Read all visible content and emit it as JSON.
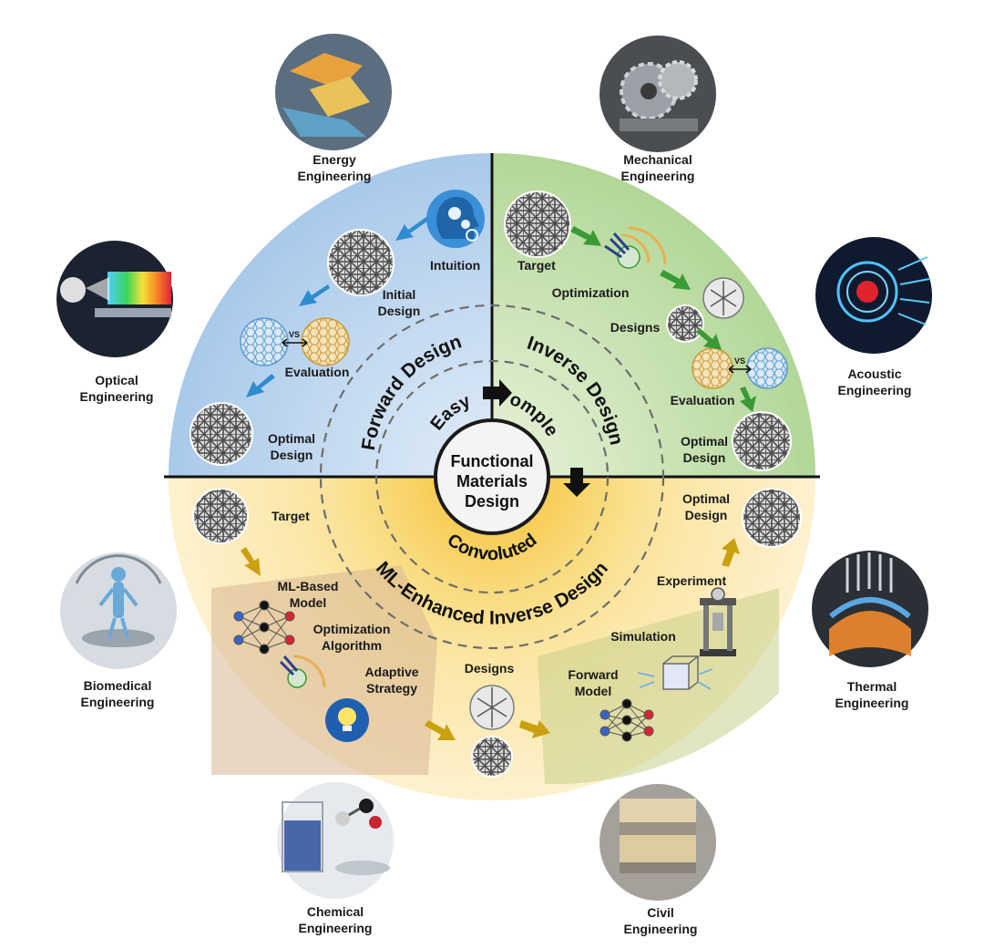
{
  "center": {
    "line1": "Functional",
    "line2": "Materials",
    "line3": "Design"
  },
  "rings": {
    "forward": "Forward Design",
    "easy": "Easy",
    "inverse": "Inverse Design",
    "complex": "Complex",
    "ml": "ML-Enhanced Inverse Design",
    "convoluted": "Convoluted"
  },
  "forward_steps": {
    "intuition": "Intuition",
    "initial_1": "Initial",
    "initial_2": "Design",
    "vs": "VS",
    "evaluation": "Evaluation",
    "optimal_1": "Optimal",
    "optimal_2": "Design"
  },
  "inverse_steps": {
    "target": "Target",
    "optimization": "Optimization",
    "designs": "Designs",
    "vs": "VS",
    "evaluation": "Evaluation",
    "optimal_1": "Optimal",
    "optimal_2": "Design"
  },
  "ml_steps": {
    "target": "Target",
    "ml_model_1": "ML-Based",
    "ml_model_2": "Model",
    "opt_algo_1": "Optimization",
    "opt_algo_2": "Algorithm",
    "adaptive_1": "Adaptive",
    "adaptive_2": "Strategy",
    "designs": "Designs",
    "forward_model_1": "Forward",
    "forward_model_2": "Model",
    "simulation": "Simulation",
    "experiment": "Experiment",
    "optimal_1": "Optimal",
    "optimal_2": "Design"
  },
  "engineering": {
    "energy": [
      "Energy",
      "Engineering"
    ],
    "mechanical": [
      "Mechanical",
      "Engineering"
    ],
    "optical": [
      "Optical",
      "Engineering"
    ],
    "acoustic": [
      "Acoustic",
      "Engineering"
    ],
    "biomedical": [
      "Biomedical",
      "Engineering"
    ],
    "thermal": [
      "Thermal",
      "Engineering"
    ],
    "chemical": [
      "Chemical",
      "Engineering"
    ],
    "civil": [
      "Civil",
      "Engineering"
    ]
  },
  "colors": {
    "forward_bg": "#bcd5ec",
    "inverse_bg": "#c4dfac",
    "ml_bg": "#fbe3a0",
    "center_yellow": "#f6c948",
    "arrow_blue": "#2f8ccf",
    "arrow_green": "#3a9a36",
    "arrow_gold": "#c9a010"
  }
}
